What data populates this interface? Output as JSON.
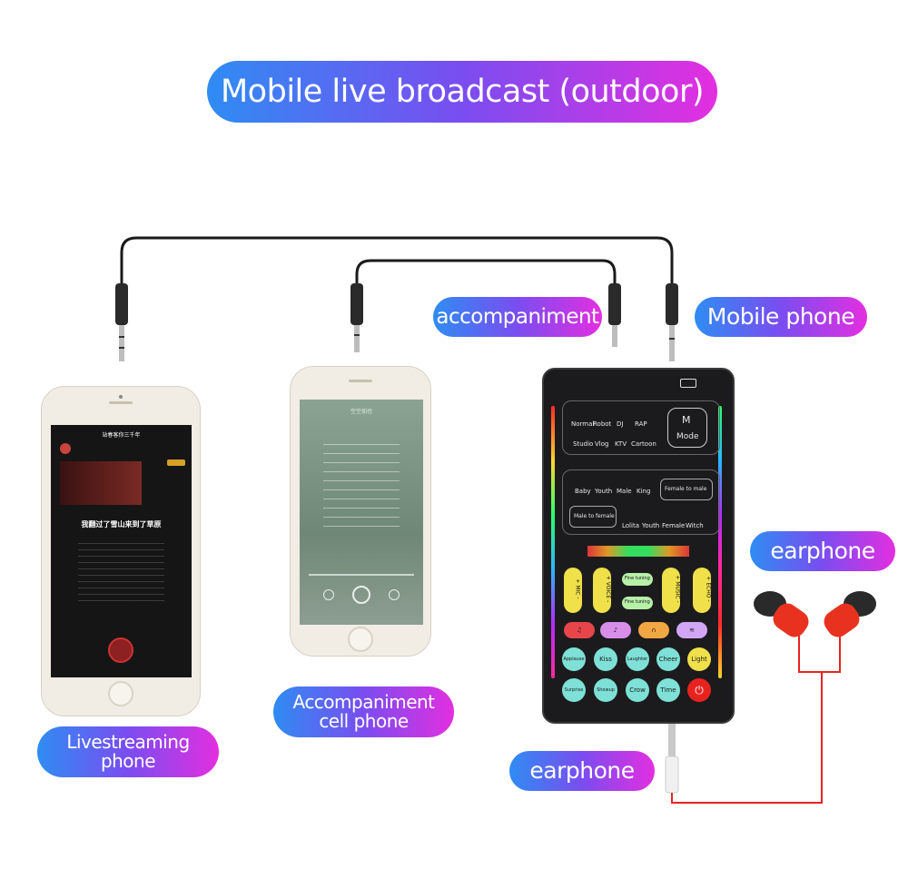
{
  "title": "Mobile live broadcast (outdoor)",
  "labels": {
    "accompaniment": "accompaniment",
    "mobile_phone": "Mobile phone",
    "earphone_right": "earphone",
    "earphone_bottom": "earphone",
    "livestreaming_phone": "Livestreaming phone",
    "accompaniment_cell_phone": "Accompaniment cell phone"
  },
  "mixer": {
    "mode_label": "Mode",
    "mode_icon": "M",
    "effects_row1": [
      "Normal",
      "Robot",
      "DJ",
      "RAP"
    ],
    "effects_row2": [
      "Studio",
      "Vlog",
      "KTV",
      "Cartoon"
    ],
    "voices_row1": [
      "Baby",
      "Youth",
      "Male",
      "King"
    ],
    "voices_row2": [
      "Lolita",
      "Youth",
      "Female",
      "Witch"
    ],
    "female_to_male": "Female to male",
    "male_to_female": "Male to female",
    "knobs": [
      "+ MIC -",
      "+ VOICE -",
      "+ MUSIC -",
      "+ ECHO -"
    ],
    "fine_tuning": "Fine tuning",
    "sound_row1": [
      "Applause",
      "Kiss",
      "Laughter",
      "Cheer",
      "Light"
    ],
    "sound_row2": [
      "Surprise",
      "Showup",
      "Crow",
      "Time"
    ]
  },
  "colors": {
    "pill_start": "#2f8cf3",
    "pill_mid": "#7a4df0",
    "pill_end": "#e32fe0",
    "cable": "#1a1a1a",
    "earphone_wire": "#e8231f"
  },
  "live_phone": {
    "header": "站春客你三千年",
    "lyric_main": "我翻过了雪山来到了草原"
  },
  "acc_phone": {
    "song_title": "空空如也"
  }
}
